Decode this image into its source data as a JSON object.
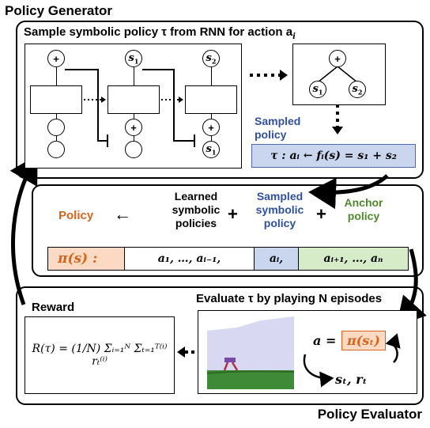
{
  "titles": {
    "generator": "Policy Generator",
    "evaluator": "Policy Evaluator"
  },
  "generator": {
    "caption": "Sample symbolic policy τ from RNN for action a",
    "caption_sub": "i",
    "rnn_nodes": {
      "top": [
        "+",
        "s1",
        "s2"
      ],
      "bottom": [
        "+",
        "s1"
      ]
    },
    "tree_nodes": {
      "root": "+",
      "left": "s1",
      "right": "s2"
    },
    "sampled_label": "Sampled policy",
    "formula": "τ : aᵢ ← fᵢ(s) = s₁ + s₂"
  },
  "combiner": {
    "policy_label": "Policy",
    "learned_label": "Learned symbolic policies",
    "sampled_label": "Sampled symbolic policy",
    "anchor_label": "Anchor policy",
    "plus": "+",
    "arrow": "←",
    "pi_label": "π(s)  :",
    "seg_learned": "a₁, …, aᵢ₋₁,",
    "seg_sampled": "aᵢ,",
    "seg_anchor": "aᵢ₊₁, …, aₙ"
  },
  "evaluator": {
    "reward_title": "Reward",
    "reward_formula": "R(τ) = (1/N) Σᵢ₌₁ᴺ Σₜ₌₁ᵀ⁽ⁱ⁾ rₜ⁽ⁱ⁾",
    "eval_caption": "Evaluate τ by playing N episodes",
    "action_label": "a =",
    "action_policy": "π(sₜ)",
    "state_reward": "sₜ, rₜ"
  },
  "colors": {
    "sampled_blue": "#2f4fa0",
    "sampled_fill": "#c9d6ee",
    "policy_orange": "#d5641c",
    "orange_fill": "#fbd9c2",
    "anchor_green": "#4e8a2a",
    "green_fill": "#d6ebc8",
    "sky": "#d8d8f2",
    "ground": "#3f8a36"
  }
}
